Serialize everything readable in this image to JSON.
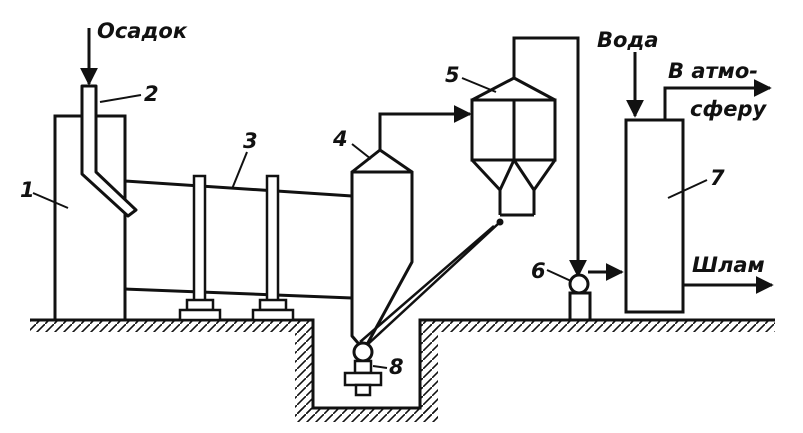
{
  "labels": {
    "sediment": "Осадок",
    "water": "Вода",
    "to_atmosphere_line1": "В атмо-",
    "to_atmosphere_line2": "сферу",
    "sludge": "Шлам"
  },
  "numbers": {
    "n1": "1",
    "n2": "2",
    "n3": "3",
    "n4": "4",
    "n5": "5",
    "n6": "6",
    "n7": "7",
    "n8": "8"
  }
}
